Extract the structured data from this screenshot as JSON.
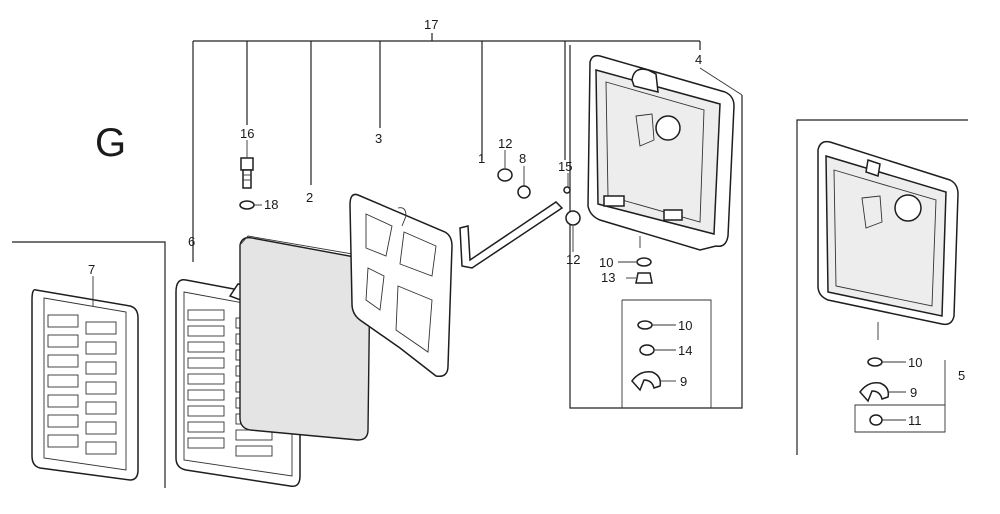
{
  "diagram": {
    "section_letter": "G",
    "callouts": {
      "c1": "1",
      "c2": "2",
      "c3": "3",
      "c4": "4",
      "c5": "5",
      "c6": "6",
      "c7": "7",
      "c8": "8",
      "c9a": "9",
      "c9b": "9",
      "c10a": "10",
      "c10b": "10",
      "c10c": "10",
      "c11": "11",
      "c12a": "12",
      "c12b": "12",
      "c13": "13",
      "c14": "14",
      "c15": "15",
      "c16": "16",
      "c17": "17",
      "c18": "18"
    }
  }
}
